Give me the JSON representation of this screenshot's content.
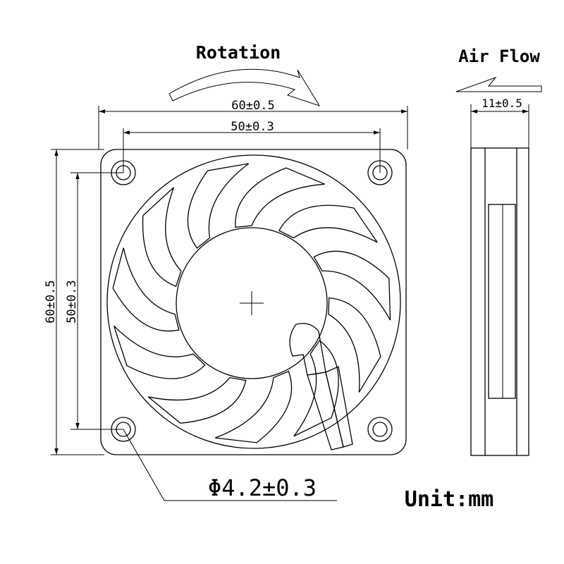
{
  "labels": {
    "rotation": "Rotation",
    "air_flow": "Air Flow",
    "overall_width": "60±0.5",
    "hole_spacing_width": "50±0.3",
    "overall_height": "60±0.5",
    "hole_spacing_height": "50±0.3",
    "thickness": "11±0.5",
    "hole_diameter": "Φ4.2±0.3",
    "unit": "Unit:mm"
  },
  "fan": {
    "blade_count": 11,
    "mounting_holes": 4
  },
  "colors": {
    "line": "#000000",
    "background": "#ffffff"
  }
}
